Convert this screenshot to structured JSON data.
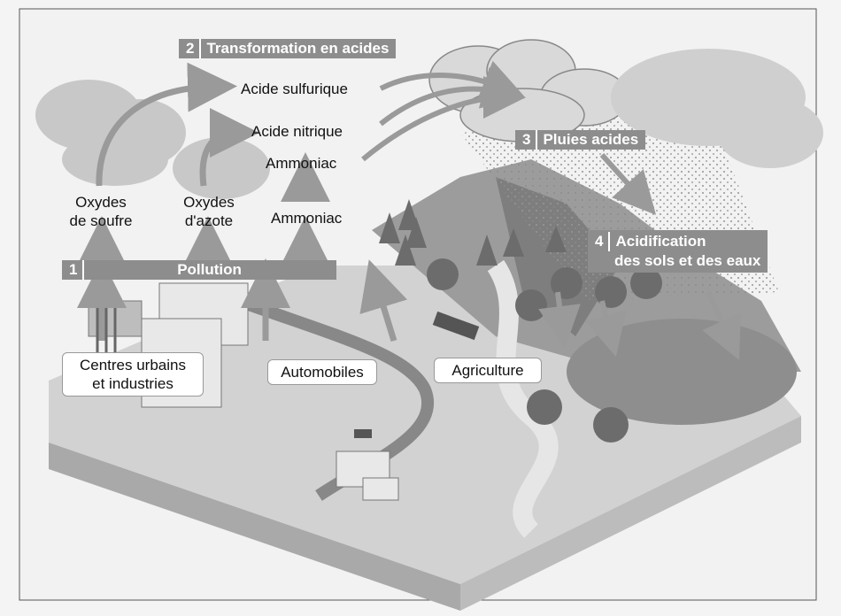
{
  "steps": {
    "pollution": {
      "number": "1",
      "label": "Pollution"
    },
    "transformation": {
      "number": "2",
      "label": "Transformation en acides"
    },
    "rain": {
      "number": "3",
      "label": "Pluies acides"
    },
    "acidification": {
      "number": "4",
      "line1": "Acidification",
      "line2": "des sols et des eaux"
    }
  },
  "emissions": {
    "sulfur": {
      "line1": "Oxydes",
      "line2": "de soufre"
    },
    "nitrogen": {
      "line1": "Oxydes",
      "line2": "d'azote"
    },
    "ammonia": "Ammoniac"
  },
  "acids": {
    "sulfuric": "Acide sulfurique",
    "nitric": "Acide nitrique",
    "ammonia": "Ammoniac"
  },
  "sources": {
    "urban": {
      "line1": "Centres urbains",
      "line2": "et industries"
    },
    "cars": "Automobiles",
    "agriculture": "Agriculture"
  },
  "colors": {
    "banner": "#8d8d8d",
    "arrow": "#9a9a9a",
    "ground": "#cfcfcf",
    "cloud": "#c8c8c8"
  }
}
